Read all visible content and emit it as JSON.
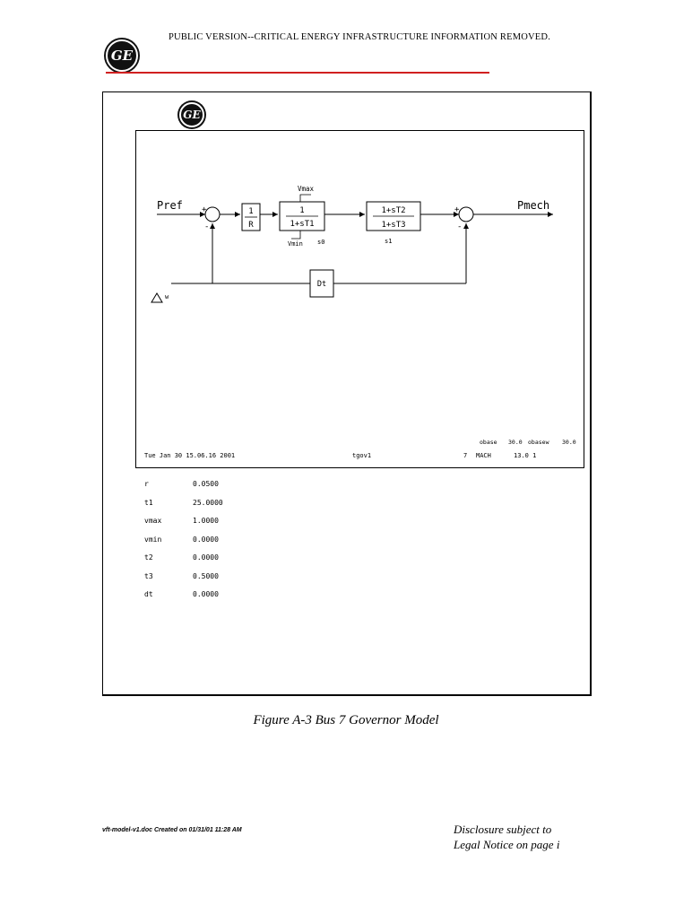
{
  "header": {
    "banner": "PUBLIC VERSION--CRITICAL ENERGY INFRASTRUCTURE INFORMATION REMOVED.",
    "logo_text": "GE"
  },
  "diagram": {
    "input_label": "Pref",
    "output_label": "Pmech",
    "speed_label": "w",
    "block1_num": "1",
    "block1_den": "R",
    "block2_num": "1",
    "block2_den": "1+sT1",
    "block2_max": "Vmax",
    "block2_min": "Vmin",
    "block2_state": "s0",
    "block3_num": "1+sT2",
    "block3_den": "1+sT3",
    "block3_state": "s1",
    "dt_label": "Dt",
    "sum1_plus": "+",
    "sum1_minus": "-",
    "sum2_plus": "+",
    "sum2_minus": "-"
  },
  "plot_footer": {
    "obase_label": "obase",
    "obase_value": "30.0",
    "obasew_label": "obasew",
    "obasew_value": "30.0",
    "date": "Tue Jan 30 15.06.16 2001",
    "model": "tgov1",
    "mach_num": "7",
    "mach_label": "MACH",
    "mach_id": "13.0 1"
  },
  "parameters": [
    {
      "name": "r",
      "value": "0.0500"
    },
    {
      "name": "t1",
      "value": "25.0000"
    },
    {
      "name": "vmax",
      "value": "1.0000"
    },
    {
      "name": "vmin",
      "value": "0.0000"
    },
    {
      "name": "t2",
      "value": "0.0000"
    },
    {
      "name": "t3",
      "value": "0.5000"
    },
    {
      "name": "dt",
      "value": "0.0000"
    }
  ],
  "caption": "Figure A-3 Bus 7 Governor Model",
  "footer": {
    "doc": "vft-model-v1.doc Created on 01/31/01 11:28 AM",
    "legal_1": "Disclosure subject to",
    "legal_2": "Legal Notice on page i"
  }
}
